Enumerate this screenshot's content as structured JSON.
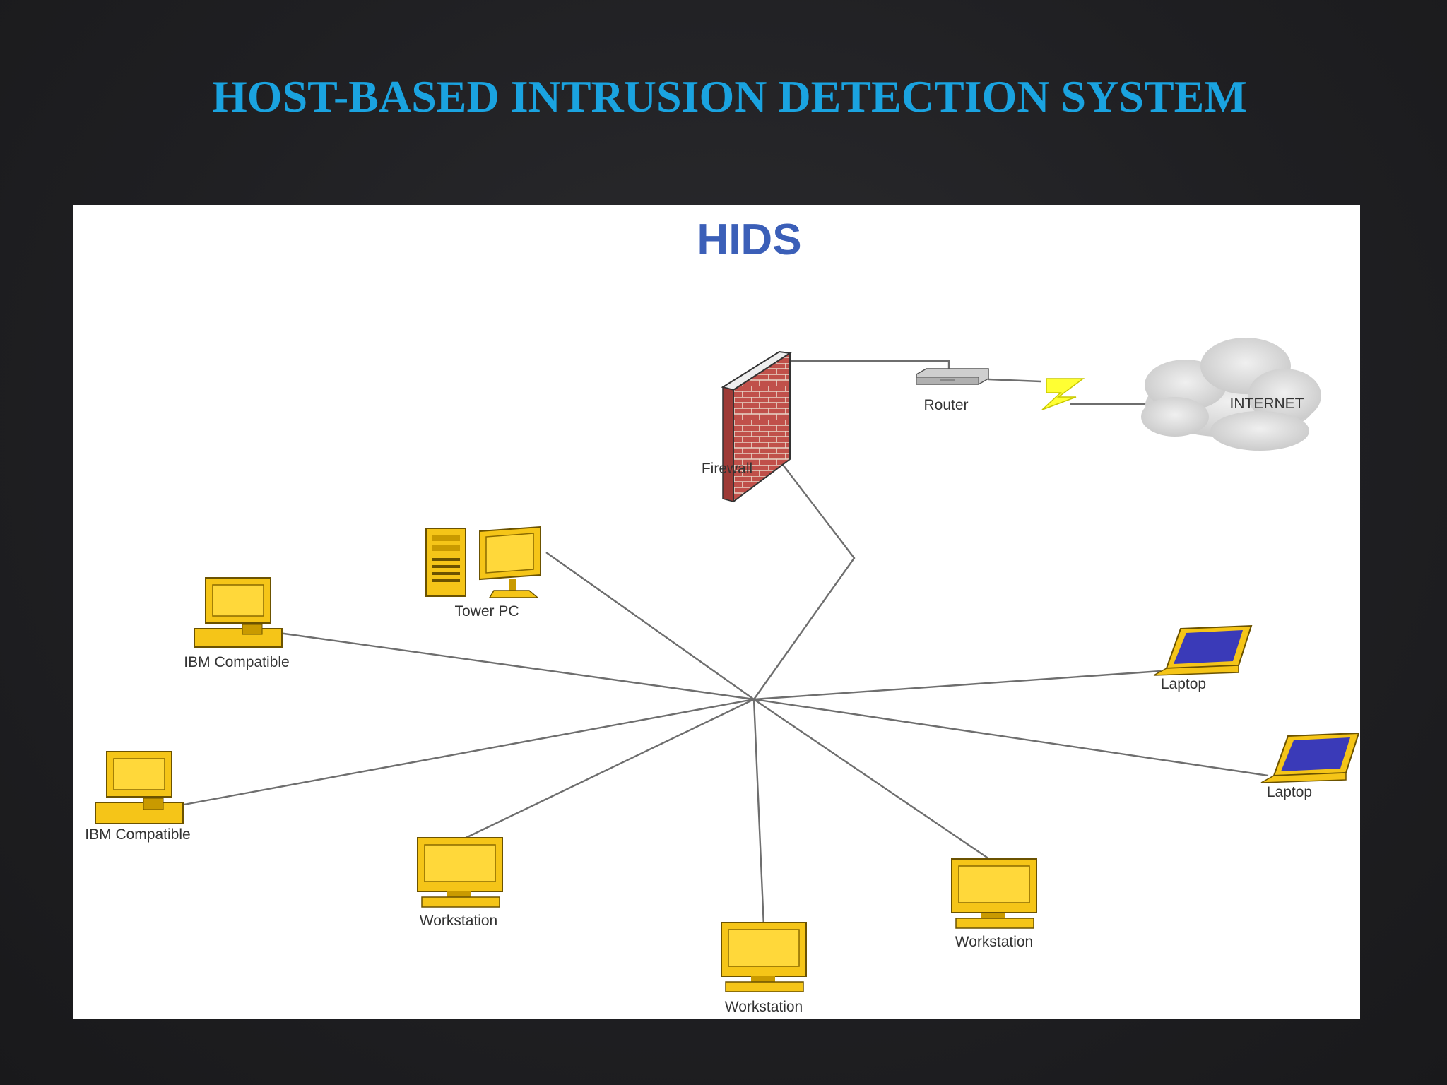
{
  "slide": {
    "title": "HOST-BASED INTRUSION DETECTION SYSTEM"
  },
  "diagram": {
    "title": "HIDS",
    "nodes": [
      {
        "id": "firewall",
        "label": "Firewall",
        "icon": "firewall-icon"
      },
      {
        "id": "router",
        "label": "Router",
        "icon": "router-icon"
      },
      {
        "id": "internet",
        "label": "INTERNET",
        "icon": "cloud-icon"
      },
      {
        "id": "tower",
        "label": "Tower PC",
        "icon": "tower-pc-icon"
      },
      {
        "id": "ibm1",
        "label": "IBM Compatible",
        "icon": "desktop-computer-icon"
      },
      {
        "id": "ibm2",
        "label": "IBM Compatible",
        "icon": "desktop-computer-icon"
      },
      {
        "id": "ws1",
        "label": "Workstation",
        "icon": "workstation-icon"
      },
      {
        "id": "ws2",
        "label": "Workstation",
        "icon": "workstation-icon"
      },
      {
        "id": "ws3",
        "label": "Workstation",
        "icon": "workstation-icon"
      },
      {
        "id": "laptop1",
        "label": "Laptop",
        "icon": "laptop-icon"
      },
      {
        "id": "laptop2",
        "label": "Laptop",
        "icon": "laptop-icon"
      }
    ],
    "edges": [
      [
        "firewall",
        "router"
      ],
      [
        "router",
        "internet"
      ],
      [
        "firewall",
        "hub"
      ],
      [
        "hub",
        "tower"
      ],
      [
        "hub",
        "ibm1"
      ],
      [
        "hub",
        "ibm2"
      ],
      [
        "hub",
        "ws1"
      ],
      [
        "hub",
        "ws2"
      ],
      [
        "hub",
        "ws3"
      ],
      [
        "hub",
        "laptop1"
      ],
      [
        "hub",
        "laptop2"
      ]
    ],
    "colors": {
      "device": "#f5c518",
      "device_outline": "#6b5200",
      "firewall_brick": "#c0504a",
      "laptop_screen": "#3a3ab8",
      "lightning": "#ffff33",
      "cloud": "#d8d8d8",
      "line": "#6e6e6e",
      "title": "#1aa3e0",
      "diagram_title": "#3b5fb8"
    }
  }
}
